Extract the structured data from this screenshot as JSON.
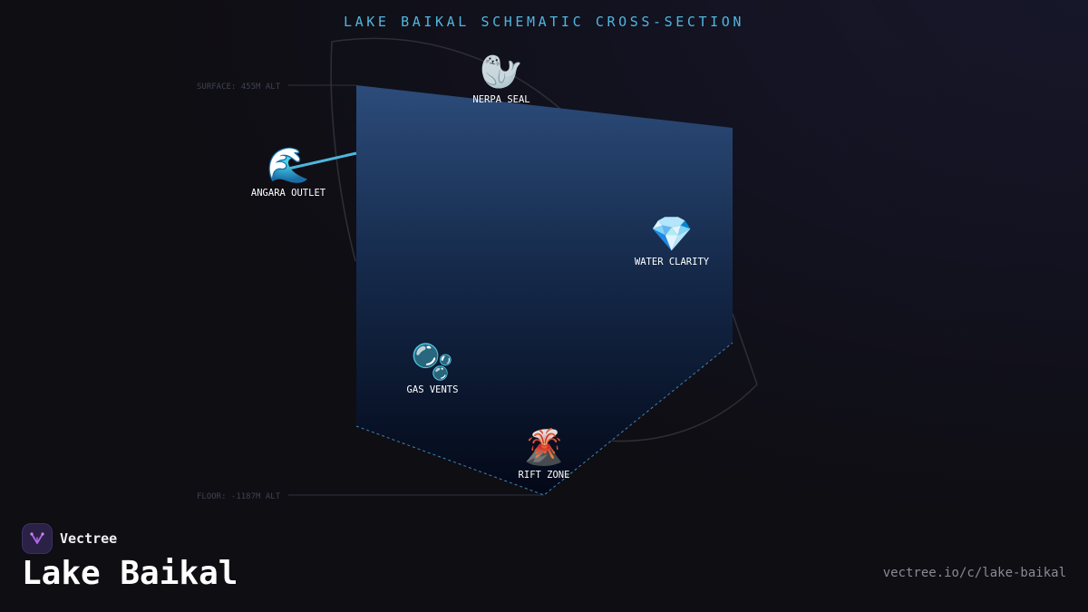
{
  "header": {
    "title": "LAKE BAIKAL SCHEMATIC CROSS-SECTION"
  },
  "levels": {
    "surface": "SURFACE: 455M ALT",
    "floor": "FLOOR: -1187M ALT"
  },
  "markers": [
    {
      "id": "nerpa-seal",
      "icon": "seal-icon",
      "glyph": "🦭",
      "label": "NERPA SEAL"
    },
    {
      "id": "angara-outlet",
      "icon": "wave-icon",
      "glyph": "🌊",
      "label": "ANGARA OUTLET"
    },
    {
      "id": "water-clarity",
      "icon": "gem-icon",
      "glyph": "💎",
      "label": "WATER CLARITY"
    },
    {
      "id": "gas-vents",
      "icon": "bubbles-icon",
      "glyph": "🫧",
      "label": "GAS VENTS"
    },
    {
      "id": "rift-zone",
      "icon": "volcano-icon",
      "glyph": "🌋",
      "label": "RIFT ZONE"
    }
  ],
  "colors": {
    "accent": "#4fb6de",
    "water_top": "#2a4a78",
    "water_bottom": "#040a18",
    "background": "#0f0e13",
    "brand_purple": "#b366e8"
  },
  "footer": {
    "brand_name": "Vectree",
    "page_title": "Lake Baikal",
    "url": "vectree.io/c/lake-baikal"
  }
}
